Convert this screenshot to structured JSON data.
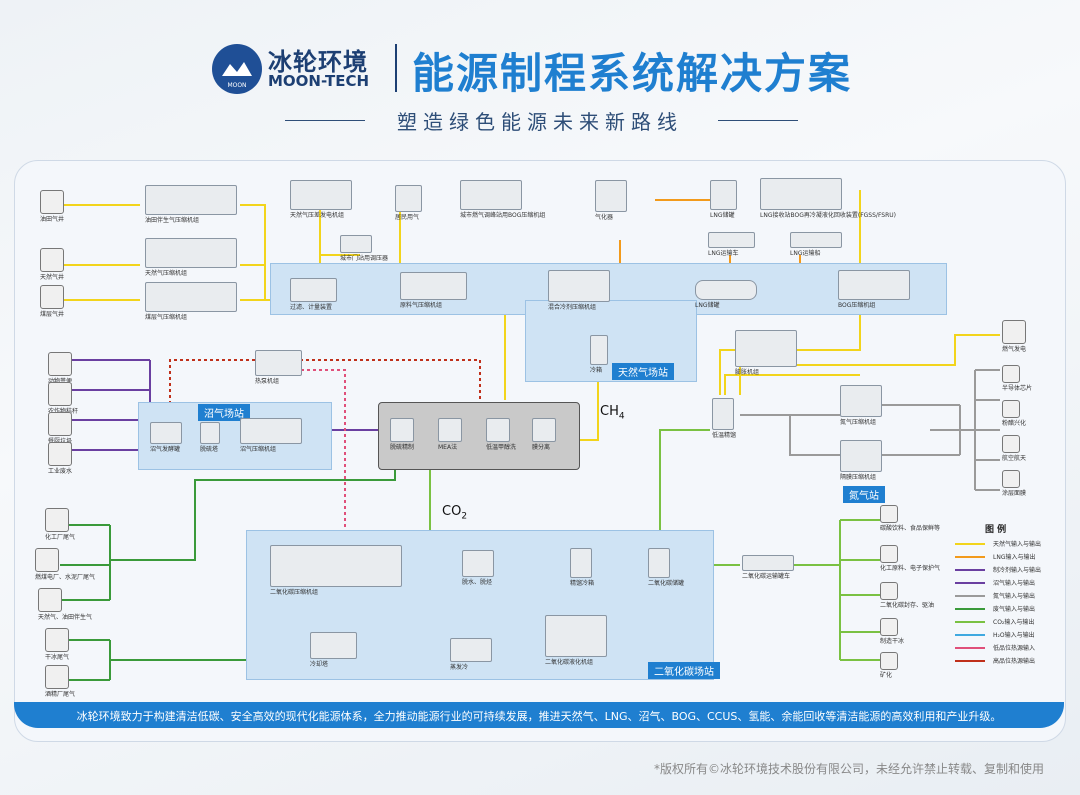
{
  "header": {
    "brand_cn": "冰轮环境",
    "brand_en": "MOON-TECH",
    "logo_small": "MOON",
    "title": "能源制程系统解决方案",
    "subtitle": "塑造绿色能源未来新路线"
  },
  "zones": {
    "natural_gas": "天然气场站",
    "biogas": "沼气场站",
    "nitrogen": "氮气站",
    "co2": "二氧化碳场站"
  },
  "formulas": {
    "ch4": "CH",
    "ch4_sub": "4",
    "co2": "CO",
    "co2_sub": "2"
  },
  "sources_top": [
    "油田气井",
    "天然气井",
    "煤层气井"
  ],
  "sources_mid": [
    "动物粪便",
    "农作物秸秆",
    "餐厨垃圾",
    "工业废水"
  ],
  "sources_bottom": [
    "化工厂尾气",
    "燃煤电厂、水泥厂尾气",
    "天然气、油田伴生气",
    "干冰尾气",
    "酒精厂尾气"
  ],
  "top_equipment": [
    "油田伴生气压缩机组",
    "天然气压缩机组",
    "煤层气压缩机组"
  ],
  "ng_line": [
    "天然气压差发电机组",
    "居民用气",
    "城市燃气调峰站用BOG压缩机组",
    "气化器",
    "LNG储罐",
    "LNG接收站BOG再冷凝液化回收装置(FGSS/FSRU)"
  ],
  "ng_line2": [
    "城市门站用调压器",
    "LNG运输车",
    "LNG运输船"
  ],
  "ng_station": [
    "过滤、计量装置",
    "原料气压缩机组",
    "混合冷剂压缩机组",
    "冷箱",
    "LNG储罐",
    "BOG压缩机组",
    "膨胀机组"
  ],
  "biogas_station": [
    "沼气发酵罐",
    "脱硫塔",
    "沼气压缩机组",
    "热泵机组"
  ],
  "center": [
    "脱硫精制",
    "MEA法",
    "低温甲醇洗",
    "膜分离"
  ],
  "nitrogen_station": [
    "低温精馏",
    "氮气压缩机组",
    "隔膜压缩机组"
  ],
  "nitrogen_uses": [
    "燃气发电",
    "半导体芯片",
    "粉醋兴化",
    "航空航天",
    "涂层面膜"
  ],
  "co2_station": [
    "二氧化碳压缩机组",
    "冷却塔",
    "脱水、脱烃",
    "精馏冷箱",
    "二氧化碳储罐",
    "蒸发冷",
    "二氧化碳液化机组",
    "二氧化碳运输罐车"
  ],
  "co2_uses": [
    "碳酸饮料、食品保鲜等",
    "化工原料、电子保护气",
    "二氧化碳封存、驱油",
    "制造干冰",
    "矿化"
  ],
  "legend": {
    "title": "图 例",
    "items": [
      {
        "label": "天然气输入与输出",
        "color": "#f2d41b"
      },
      {
        "label": "LNG输入与输出",
        "color": "#f29a1b"
      },
      {
        "label": "制冷剂输入与输出",
        "color": "#6a3fa0"
      },
      {
        "label": "沼气输入与输出",
        "color": "#6a3fa0"
      },
      {
        "label": "氮气输入与输出",
        "color": "#9a9a9a"
      },
      {
        "label": "废气输入与输出",
        "color": "#3a9a3a"
      },
      {
        "label": "CO₂输入与输出",
        "color": "#7ac142"
      },
      {
        "label": "H₂O输入与输出",
        "color": "#3fa9e0"
      },
      {
        "label": "低品位热源输入",
        "color": "#e0507a"
      },
      {
        "label": "高品位热源输出",
        "color": "#c0301a"
      }
    ]
  },
  "footer": "冰轮环境致力于构建清洁低碳、安全高效的现代化能源体系，全力推动能源行业的可持续发展，推进天然气、LNG、沼气、BOG、CCUS、氢能、余能回收等清洁能源的高效利用和产业升级。",
  "copyright": "*版权所有©冰轮环境技术股份有限公司，未经允许禁止转载、复制和使用"
}
